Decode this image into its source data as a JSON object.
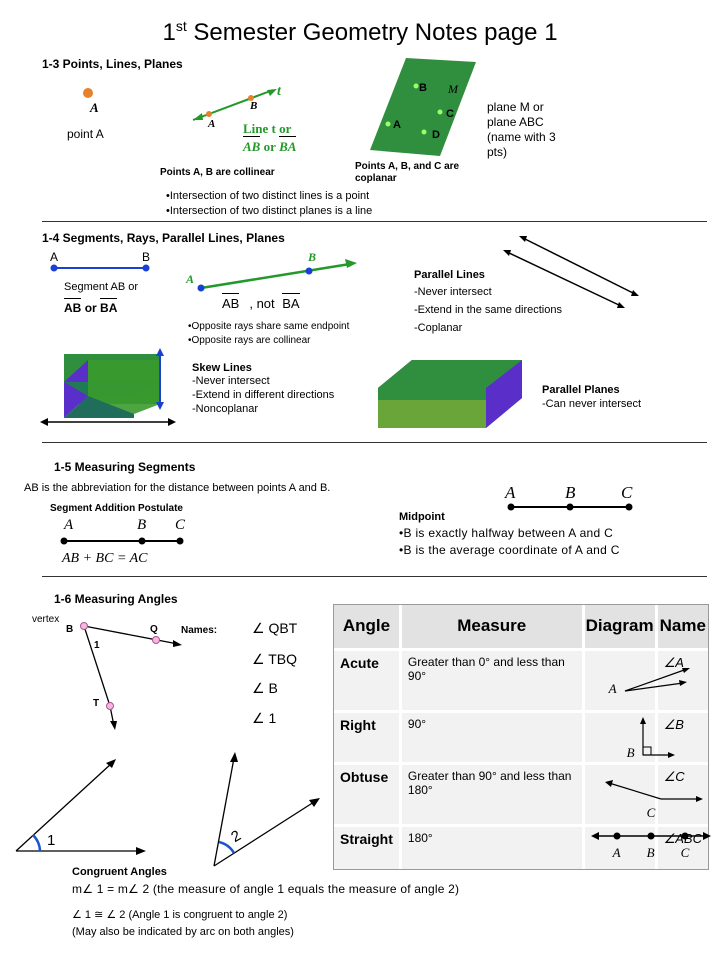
{
  "title": {
    "main": "1",
    "sup": "st",
    "rest": " Semester Geometry Notes page 1"
  },
  "s13": {
    "header": "1-3 Points, Lines, Planes",
    "point_label": "A",
    "point_caption": "point A",
    "line_point_a": "A",
    "line_point_b": "B",
    "line_name_t": "t",
    "line_text": "Line t  or",
    "line_ab": "AB",
    "line_or": "or",
    "line_ba": "BA",
    "collinear_caption": "Points A, B are collinear",
    "plane_letter_m": "M",
    "plane_points": [
      "B",
      "C",
      "A",
      "D"
    ],
    "coplanar_caption": "Points A, B, and C are coplanar",
    "plane_name": "plane M or plane ABC (name with 3 pts)",
    "bullets": [
      "Intersection of two distinct lines is a point",
      "Intersection of two distinct planes is a line"
    ]
  },
  "s14": {
    "header": "1-4 Segments, Rays, Parallel Lines, Planes",
    "seg_a": "A",
    "seg_b": "B",
    "seg_caption": "Segment AB or",
    "seg_ab": "AB",
    "seg_or": "or",
    "seg_ba": "BA",
    "ray_a": "A",
    "ray_b": "B",
    "ray_ab": "AB",
    "ray_not": ", not",
    "ray_ba": "BA",
    "ray_bullets": [
      "Opposite rays share same endpoint",
      "Opposite rays are collinear"
    ],
    "parallel_lines_title": "Parallel Lines",
    "parallel_lines_items": [
      "-Never intersect",
      "-Extend in the same directions",
      "-Coplanar"
    ],
    "skew_title": "Skew Lines",
    "skew_items": [
      "-Never intersect",
      "-Extend in different directions",
      "-Noncoplanar"
    ],
    "planes_title": "Parallel Planes",
    "planes_items": [
      "-Can never intersect"
    ]
  },
  "s15": {
    "header": "1-5 Measuring Segments",
    "ab_desc": "AB is the abbreviation for the distance between points A and B.",
    "sap_title": "Segment Addition  Postulate",
    "sap_points": [
      "A",
      "B",
      "C"
    ],
    "sap_eq": "AB + BC = AC",
    "mid_points": [
      "A",
      "B",
      "C"
    ],
    "mid_title": "Midpoint",
    "mid_items": [
      "B is exactly halfway between A and C",
      "B is the average coordinate of A and C"
    ]
  },
  "s16": {
    "header": "1-6 Measuring Angles",
    "vertex": "vertex",
    "pt_b": "B",
    "pt_q": "Q",
    "pt_t": "T",
    "angle_num": "1",
    "names_label": "Names:",
    "names": [
      "QBT",
      "TBQ",
      "B",
      "1"
    ],
    "angle1_label": "1",
    "angle2_label": "2",
    "congruent_title": "Congruent  Angles",
    "congruent_line1": "m∠ 1 = m∠ 2 (the measure of angle 1 equals the measure of angle 2)",
    "congruent_line2": "∠ 1 ≅ ∠ 2  (Angle 1 is congruent to angle 2)",
    "congruent_line3": "(May also be indicated by arc on both angles)",
    "table": {
      "headers": [
        "Angle",
        "Measure",
        "Diagram",
        "Name"
      ],
      "rows": [
        {
          "angle": "Acute",
          "measure": "Greater than 0° and less than 90°",
          "diag_label": "A",
          "name": "∠A"
        },
        {
          "angle": "Right",
          "measure": "90°",
          "diag_label": "B",
          "name": "∠B"
        },
        {
          "angle": "Obtuse",
          "measure": "Greater than 90° and less than 180°",
          "diag_label": "C",
          "name": "∠C"
        },
        {
          "angle": "Straight",
          "measure": "180°",
          "diag_labels": [
            "A",
            "B",
            "C"
          ],
          "name": "∠ABC"
        }
      ]
    }
  },
  "colors": {
    "accent_green": "#22992a",
    "ray_blue": "#1a3fd6",
    "orange": "#e6822b",
    "plane_green": "#2f8f3e",
    "box_purple": "#5a2fc9",
    "arc_blue": "#1a55d0"
  }
}
